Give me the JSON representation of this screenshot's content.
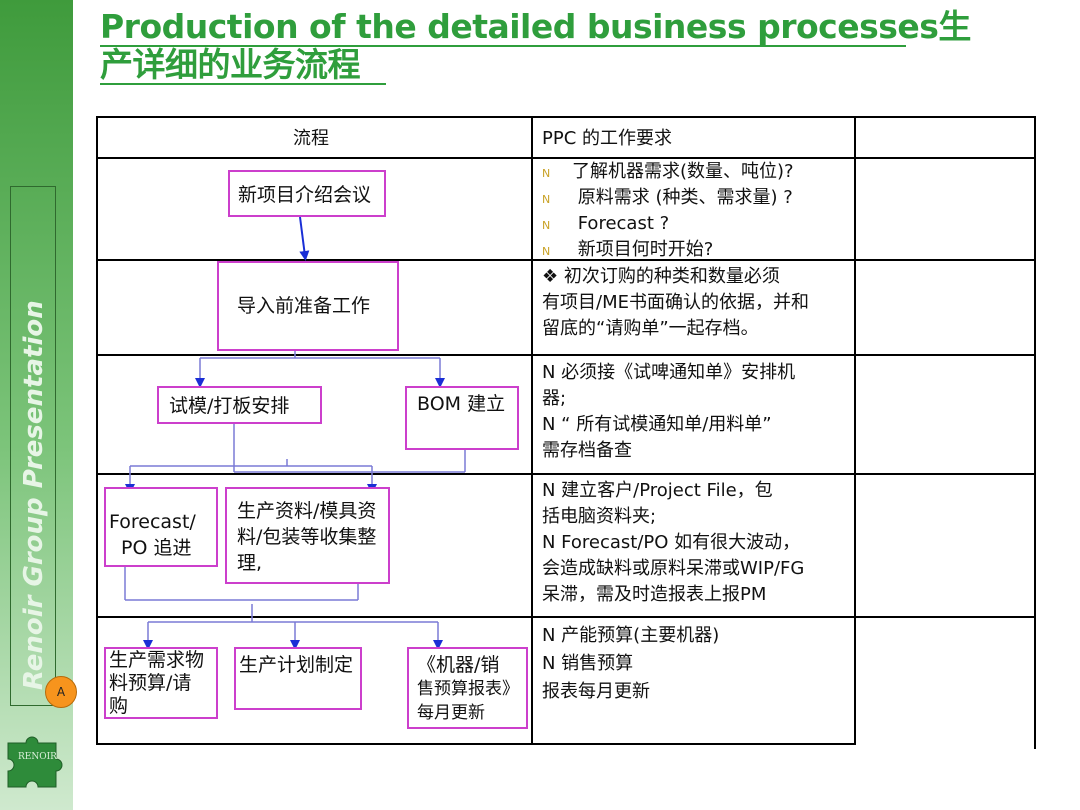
{
  "title": {
    "line1": "Production of the detailed  business processes生",
    "line2": "产详细的业务流程"
  },
  "sidebar": {
    "vertical_text": "Renoir Group Presentation",
    "badge": "A",
    "logo_text": "RENOIR"
  },
  "table": {
    "headers": [
      "流程",
      "PPC 的工作要求",
      ""
    ],
    "rows": [
      {
        "bullets": [
          {
            "mark": "N",
            "text": "了解机器需求(数量、吨位)?"
          },
          {
            "mark": "N",
            "text": " 原料需求 (种类、需求量) ?"
          },
          {
            "mark": "N",
            "text": " Forecast ?"
          },
          {
            "mark": "N",
            "text": " 新项目何时开始?"
          }
        ]
      },
      {
        "lines": [
          "❖  初次订购的种类和数量必须",
          "有项目/ME书面确认的依据，并和",
          "留底的“请购单”一起存档。"
        ]
      },
      {
        "lines": [
          "N  必须接《试啤通知单》安排机",
          "器;",
          "N “ 所有试模通知单/用料单”",
          "需存档备查"
        ]
      },
      {
        "lines": [
          "N  建立客户/Project File，包",
          "括电脑资料夹;",
          "N  Forecast/PO 如有很大波动，",
          "会造成缺料或原料呆滞或WIP/FG",
          "呆滞，需及时造报表上报PM"
        ]
      },
      {
        "lines": [
          "N  产能预算(主要机器)",
          "N  销售预算",
          "报表每月更新"
        ]
      }
    ]
  },
  "flow": {
    "b1": "新项目介绍会议",
    "b2": "导入前准备工作",
    "b3": "试模/打板安排",
    "b4": "BOM 建立",
    "b5_l1": "Forecast/",
    "b5_l2": "PO 追进",
    "b6_l1": "生产资料/模具资",
    "b6_l2": "料/包装等收集整",
    "b6_l3": "理,",
    "b7_l1": "生产需求物",
    "b7_l2": "料预算/请",
    "b7_l3": "购",
    "b8": "生产计划制定",
    "b9_l1": "《机器/销",
    "b9_l2": "售预算报表》",
    "b9_l3": "每月更新"
  },
  "colors": {
    "title_green": "#2f9e3c",
    "box_border": "#cc3fcc",
    "arrow_blue": "#1a2fd6",
    "badge_orange": "#f7941d"
  }
}
